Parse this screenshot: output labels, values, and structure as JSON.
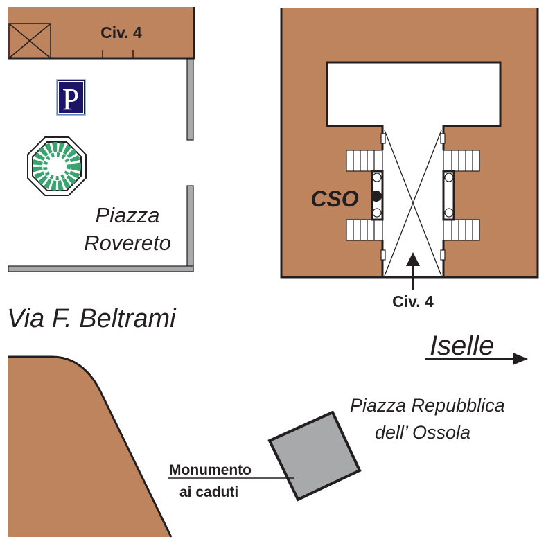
{
  "colors": {
    "building": "#bd845d",
    "wall": "#a7a9ab",
    "monument": "#a7a9ab",
    "parking": "#1c1466",
    "parking_border": "#6fa8dc",
    "tree": "#3aa470"
  },
  "labels": {
    "civ4_top": "Civ. 4",
    "parking": "P",
    "piazza_rovereto_line1": "Piazza",
    "piazza_rovereto_line2": "Rovereto",
    "street": "Via F. Beltrami",
    "cso": "CSO",
    "civ4_entrance": "Civ. 4",
    "direction": "Iselle",
    "piazza_repubblica_line1": "Piazza Repubblica",
    "piazza_repubblica_line2": "dell’ Ossola",
    "monument_line1": "Monumento",
    "monument_line2": "ai caduti"
  },
  "icons": [
    "parking-icon",
    "tree-icon",
    "entrance-arrow-icon",
    "direction-arrow-icon",
    "cso-marker-icon"
  ]
}
